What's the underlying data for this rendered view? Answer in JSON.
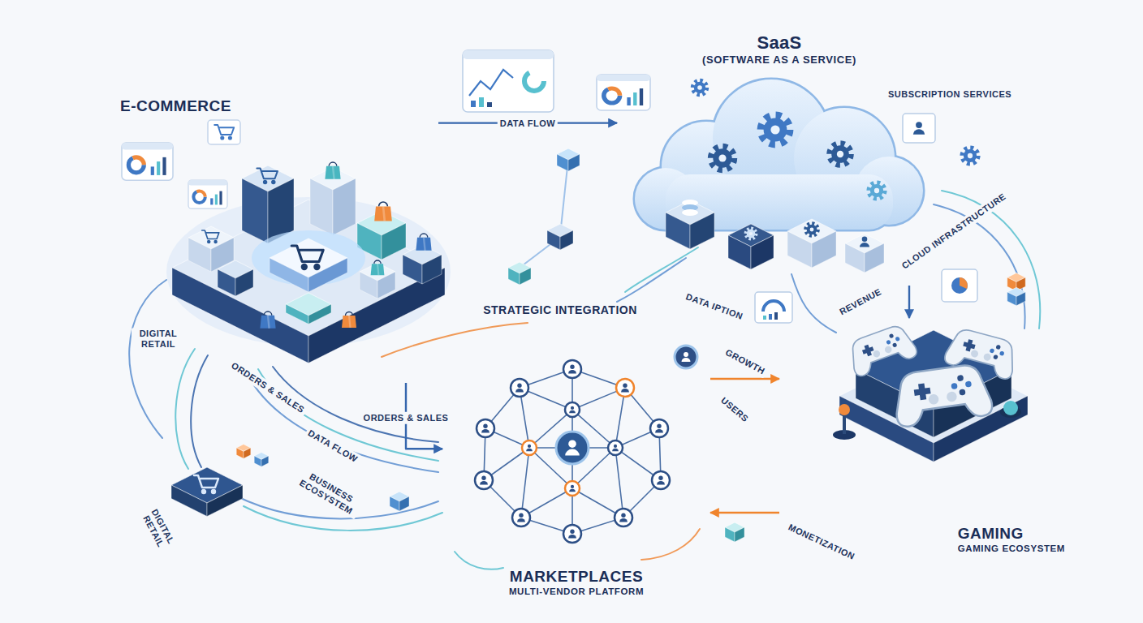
{
  "diagram": {
    "nodes": [
      {
        "text": [
          "E-COMMERCE"
        ]
      },
      {
        "text": [
          "SaaS",
          "(SOFTWARE AS A SERVICE)"
        ]
      },
      {
        "text": [
          "MARKETPLACES",
          "MULTI-VENDOR PLATFORM"
        ]
      },
      {
        "text": [
          "GAMING",
          "GAMING ECOSYSTEM"
        ]
      }
    ],
    "edges": [
      {
        "from": 0,
        "to": 2,
        "arrow": "to",
        "label": "ORDERS & SALES"
      },
      {
        "from": 0,
        "to": 1,
        "arrow": "to",
        "label": "DATA FLOW"
      },
      {
        "from": 1,
        "to": 3,
        "arrow": "to",
        "label": "REVENUE"
      },
      {
        "from": 2,
        "to": 3,
        "arrow": "to",
        "label": "GROWTH"
      },
      {
        "from": 3,
        "to": 2,
        "arrow": "to",
        "label": "MONETIZATION"
      }
    ],
    "labels": [
      "SUBSCRIPTION SERVICES",
      "DIGITAL RETAIL",
      "ORDERS & SALES",
      "DATA FLOW",
      "DIGITAL RETAIL",
      "BUSINESS ECOSYSTEM",
      "STRATEGIC INTEGRATION",
      "DATA IPTION",
      "CLOUD INFRASTRUCTURE",
      "USERS"
    ]
  }
}
